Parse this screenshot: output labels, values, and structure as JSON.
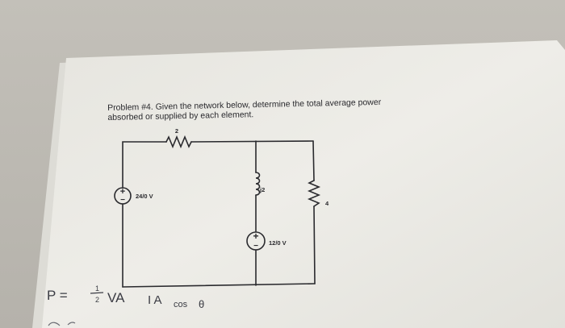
{
  "problem": {
    "line1": "Problem #4. Given the network below, determine the total average power",
    "line2": "absorbed or supplied by each element."
  },
  "circuit": {
    "resistor_top_value": "2",
    "inductor_value": "j2",
    "source_left_value": "24/0 V",
    "source_middle_value": "12/0 V",
    "resistor_right_value": "4",
    "plus_sign": "+",
    "minus_sign": "−"
  },
  "handwriting": {
    "formula_prefix": "P =",
    "fraction_num": "1",
    "fraction_den": "2",
    "formula_va": "VA",
    "formula_rest": "I A",
    "formula_cos": "cos",
    "formula_theta": "θ"
  },
  "colors": {
    "background": "#bdbab3",
    "paper": "#ecebe6",
    "ink": "#2a2a2e"
  }
}
